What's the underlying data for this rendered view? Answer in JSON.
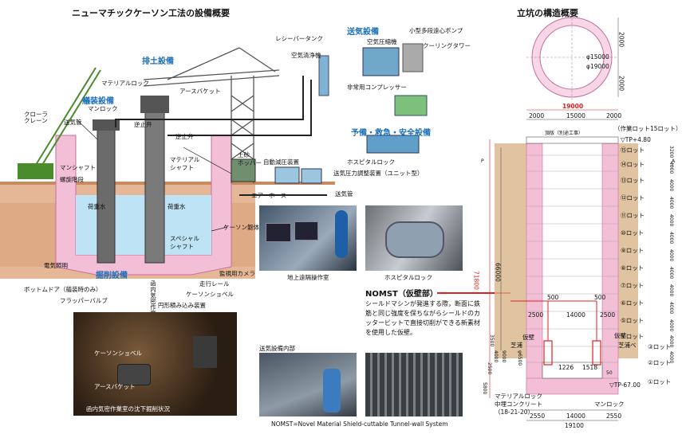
{
  "left": {
    "title": "ニューマチックケーソン工法の設備概要",
    "sections": {
      "exhaust": "排土設備",
      "digging": "艤装設備",
      "air": "送気設備",
      "excavation": "掘削設備",
      "safety": "予備・救急・安全設備"
    },
    "labels": {
      "crawler": "クローラ\nクレーン",
      "material_lock": "マテリアルロック",
      "man_lock": "マンロック",
      "earth_bucket": "アースバケット",
      "air_pipe": "送気管",
      "check_valve1": "逆止弁",
      "check_valve2": "逆止弁",
      "man_shaft": "マンシャフト",
      "spiral": "螺旋階段",
      "load_water1": "荷重水",
      "load_water2": "荷重水",
      "material_shaft": "マテリアル\nシャフト",
      "special_shaft": "スペシャル\nシャフト",
      "caisson_body": "ケーソン躯体",
      "electric": "電気照明",
      "bottom_door": "ボットムドア（艤装時のみ）",
      "flapper": "フラッパーバルブ",
      "work_room": "函内気密作業室",
      "circle_loader": "円形積み込み装置",
      "shovel": "ケーソンショベル",
      "rail": "走行レール",
      "camera": "監視用カメラ",
      "receiver_tank": "レシーバータンク",
      "air_cleaner": "空気清浄機",
      "compressor": "空気圧縮機",
      "pump": "小型多段遠心ポンプ",
      "cooling": "クーリングタワー",
      "emergency_comp": "非常用コンプレッサー",
      "hopper": "土砂\nホッパー",
      "auto_valve": "自動減圧装置",
      "air_regulator": "送気圧力調整装置（ユニット型）",
      "air_hose": "エアーホース",
      "air_pipe2": "送気管",
      "hospital_lock": "ホスピタルロック"
    },
    "photos": {
      "remote": "地上遠隔操作室",
      "hospital": "ホスピタルロック",
      "inside_air": "送気設備内部",
      "underground": "函内気密作業室の沈下掘削状況",
      "shovel_label": "ケーソンショベル",
      "bucket_label": "アースバケット"
    },
    "nomst": {
      "title": "NOMST（仮壁部）",
      "body": "シールドマシンが発進する際，断面に鉄筋と同じ強度を保ちながらシールドのカッタービットで直接切削ができる新素材を使用した仮壁。"
    },
    "footer": "NOMST=Novel Material Shield-cuttable Tunnel-wall System"
  },
  "right": {
    "title": "立坑の構造概要",
    "plan": {
      "dia1": "φ15000",
      "dia2": "φ19000",
      "dim_top": "2000",
      "dim_bot": "2000"
    },
    "section": {
      "top_width": "19000",
      "top_dims": [
        "2000",
        "15000",
        "2000"
      ],
      "work_label": "頂版（別途工事）",
      "lots_header": "（作業ロット15ロット）",
      "tp_top": "▽TP+4.80",
      "height": "71800",
      "height2": "66000",
      "lot_heights": [
        "3200",
        "4000",
        "4000",
        "4000",
        "4000",
        "4000",
        "4000",
        "4000",
        "4000",
        "4000",
        "4000",
        "4000",
        "4000"
      ],
      "lots": [
        "⑮ロット",
        "⑭ロット",
        "⑬ロット",
        "⑫ロット",
        "⑪ロット",
        "⑩ロット",
        "⑨ロット",
        "⑧ロット",
        "⑦ロット",
        "⑥ロット",
        "⑤ロット",
        "④ロット",
        "③ロット",
        "②ロット",
        "①ロット"
      ],
      "mid_dims": [
        "500",
        "500"
      ],
      "mid_width": [
        "2500",
        "14000",
        "2500"
      ],
      "wall_l": "仮壁",
      "wall_r": "仮壁",
      "wall_ll": "芝浦",
      "wall_rr": "芝浦べ",
      "bottom_dims": [
        "1226",
        "1518"
      ],
      "dim_4000": "4000",
      "dim_9000": "9000",
      "dim_6500": "φ6500",
      "base_dims": [
        "2550",
        "14000",
        "2550"
      ],
      "total_width": "19100",
      "tp_bot": "▽TP-67.00",
      "material_lock": "マテリアルロック",
      "concrete": "中埋コンクリート",
      "concrete_spec": "（18-21-20）",
      "man_lock": "マンロック",
      "lot1": "①ロット",
      "dim_50": "50",
      "left_dims": [
        "5800",
        "2500",
        "3500"
      ],
      "ap": "A\n/",
      "p": "P"
    }
  }
}
